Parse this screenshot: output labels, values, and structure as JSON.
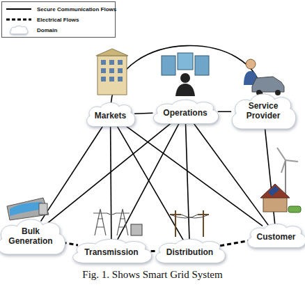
{
  "diagram": {
    "caption": "Fig. 1. Shows Smart Grid System",
    "nodes": [
      {
        "text": [
          "Markets"
        ]
      },
      {
        "text": [
          "Operations"
        ]
      },
      {
        "text": [
          "Service Provider"
        ]
      },
      {
        "text": [
          "Bulk Generation"
        ]
      },
      {
        "text": [
          "Transmission"
        ]
      },
      {
        "text": [
          "Distribution"
        ]
      },
      {
        "text": [
          "Customer"
        ]
      }
    ],
    "edges": [
      {
        "from": 0,
        "to": 2,
        "arrow": "none"
      },
      {
        "from": 0,
        "to": 1,
        "arrow": "none"
      },
      {
        "from": 1,
        "to": 2,
        "arrow": "none"
      },
      {
        "from": 2,
        "to": 6,
        "arrow": "none"
      },
      {
        "from": 0,
        "to": 3,
        "arrow": "none"
      },
      {
        "from": 0,
        "to": 4,
        "arrow": "none"
      },
      {
        "from": 0,
        "to": 5,
        "arrow": "none"
      },
      {
        "from": 0,
        "to": 6,
        "arrow": "none"
      },
      {
        "from": 1,
        "to": 3,
        "arrow": "none"
      },
      {
        "from": 1,
        "to": 4,
        "arrow": "none"
      },
      {
        "from": 1,
        "to": 5,
        "arrow": "none"
      },
      {
        "from": 1,
        "to": 6,
        "arrow": "none"
      },
      {
        "from": 3,
        "to": 4,
        "arrow": "none"
      },
      {
        "from": 4,
        "to": 5,
        "arrow": "none"
      },
      {
        "from": 5,
        "to": 6,
        "arrow": "none"
      }
    ],
    "legend": [
      {
        "text": "Secure Communication Flows"
      },
      {
        "text": "Electrical Flows"
      },
      {
        "text": "Domain"
      }
    ]
  }
}
